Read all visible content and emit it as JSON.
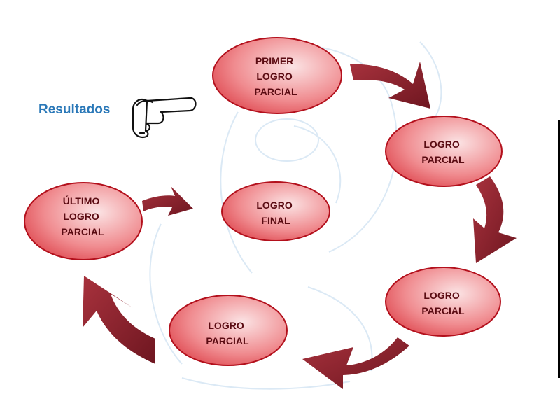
{
  "header": {
    "label": "Resultados",
    "pointer_icon": "pointing-hand-icon"
  },
  "nodes": [
    {
      "id": "primer",
      "lines": [
        "PRIMER",
        "LOGRO",
        "PARCIAL"
      ]
    },
    {
      "id": "logro1",
      "lines": [
        "LOGRO",
        "PARCIAL"
      ]
    },
    {
      "id": "logro2",
      "lines": [
        "LOGRO",
        "PARCIAL"
      ]
    },
    {
      "id": "logro3",
      "lines": [
        "LOGRO",
        "PARCIAL"
      ]
    },
    {
      "id": "ultimo",
      "lines": [
        "ÚLTIMO",
        "LOGRO",
        "PARCIAL"
      ]
    },
    {
      "id": "final",
      "lines": [
        "LOGRO",
        "FINAL"
      ]
    }
  ],
  "colors": {
    "node_fill_dark": "#e04a52",
    "node_fill_light": "#fbe3e4",
    "node_stroke": "#b3101c",
    "arrow_fill": "#8e2430",
    "label_accent": "#2a78b8"
  }
}
